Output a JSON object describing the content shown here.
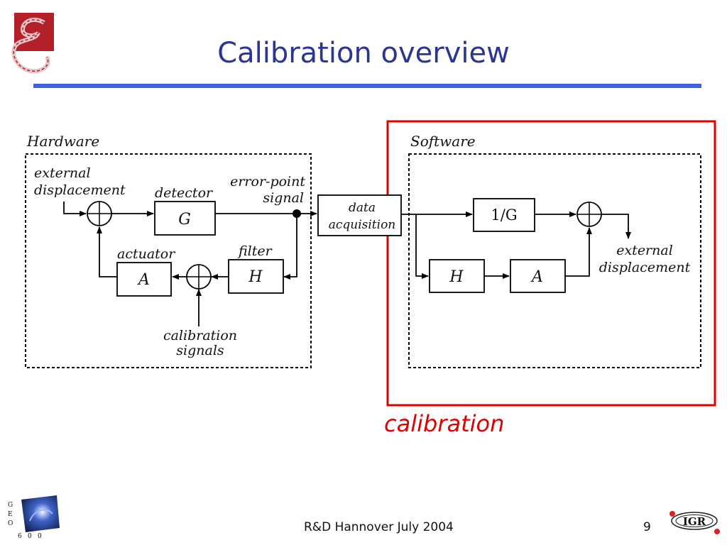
{
  "slide": {
    "title": "Calibration overview",
    "highlight_label": "calibration",
    "footer": "R&D Hannover July 2004",
    "page_number": "9",
    "colors": {
      "title": "#2b3594",
      "rule": "#3f63e0",
      "highlight": "#e00000"
    }
  },
  "logos": {
    "top_left": "GEO 600 logo",
    "bottom_left": {
      "letters": [
        "G",
        "E",
        "O"
      ],
      "digits": [
        "6",
        "0",
        "0"
      ]
    },
    "bottom_right": "IGR"
  },
  "diagram": {
    "hardware": {
      "title": "Hardware",
      "external_displacement": [
        "external",
        "displacement"
      ],
      "detector_label": "detector",
      "detector_block": "G",
      "error_point": [
        "error-point",
        "signal"
      ],
      "actuator_label": "actuator",
      "actuator_block": "A",
      "filter_label": "filter",
      "filter_block": "H",
      "calibration_signals": [
        "calibration",
        "signals"
      ]
    },
    "data_acquisition": [
      "data",
      "acquisition"
    ],
    "software": {
      "title": "Software",
      "inverse_block": "1/G",
      "h_block": "H",
      "a_block": "A",
      "external_displacement": [
        "external",
        "displacement"
      ]
    }
  }
}
